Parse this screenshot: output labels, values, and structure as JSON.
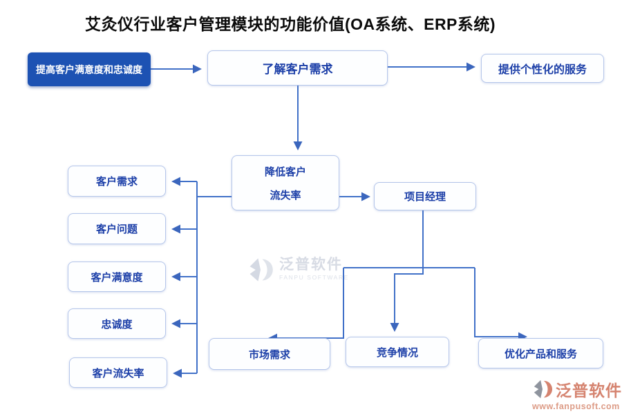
{
  "title": "艾灸仪行业客户管理模块的功能价值(OA系统、ERP系统)",
  "nodes": {
    "improve_satisfaction": {
      "label": "提高客户满意度和忠诚度"
    },
    "understand_needs": {
      "label": "了解客户需求"
    },
    "personalized_service": {
      "label": "提供个性化的服务"
    },
    "reduce_churn": {
      "line1": "降低客户",
      "line2": "流失率"
    },
    "project_manager": {
      "label": "项目经理"
    },
    "customer_needs": {
      "label": "客户需求"
    },
    "customer_issues": {
      "label": "客户问题"
    },
    "customer_satisfaction": {
      "label": "客户满意度"
    },
    "loyalty": {
      "label": "忠诚度"
    },
    "churn_rate": {
      "label": "客户流失率"
    },
    "market_demand": {
      "label": "市场需求"
    },
    "competition": {
      "label": "竞争情况"
    },
    "optimize_products": {
      "label": "优化产品和服务"
    }
  },
  "watermark": {
    "brand": "泛普软件",
    "subtitle": "FANPU SOFTWARE"
  },
  "footer": {
    "brand": "泛普软件",
    "url": "www.fanpusoft.com"
  },
  "colors": {
    "primary_blue": "#1d52b3",
    "node_text_blue": "#1c3fa8",
    "node_border": "#b5c6ea",
    "connector_blue": "#4070c8",
    "watermark_gray": "#d7dbe4",
    "footer_coral": "#d5836f"
  }
}
